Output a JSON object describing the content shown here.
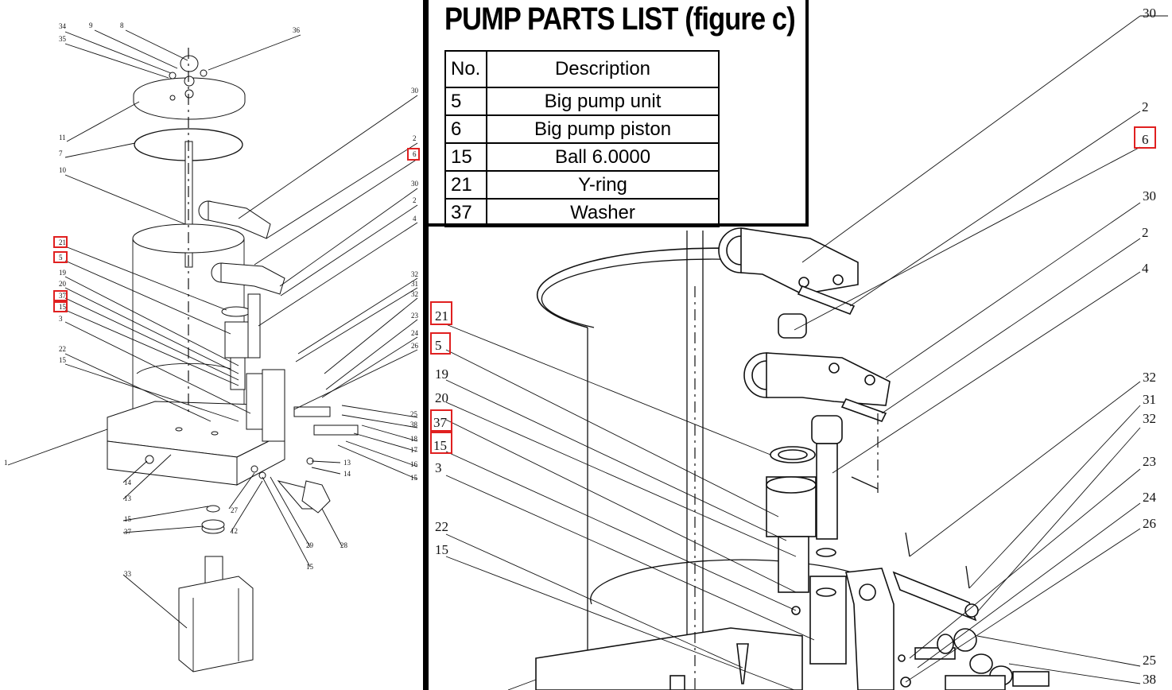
{
  "parts_list": {
    "title": "PUMP PARTS  LIST (figure c)",
    "columns": [
      "No.",
      "Description"
    ],
    "rows": [
      {
        "no": "5",
        "description": "Big pump unit"
      },
      {
        "no": "6",
        "description": "Big pump piston"
      },
      {
        "no": "15",
        "description": "Ball 6.0000"
      },
      {
        "no": "21",
        "description": "Y-ring"
      },
      {
        "no": "37",
        "description": "Washer"
      }
    ]
  },
  "left_diagram": {
    "labels": [
      "34",
      "9",
      "8",
      "35",
      "36",
      "11",
      "7",
      "10",
      "30",
      "2",
      "6",
      "30",
      "2",
      "4",
      "21",
      "5",
      "19",
      "20",
      "37",
      "15",
      "3",
      "22",
      "15",
      "32",
      "31",
      "32",
      "23",
      "24",
      "26",
      "25",
      "38",
      "18",
      "17",
      "16",
      "15",
      "13",
      "14",
      "14",
      "13",
      "1",
      "27",
      "12",
      "15",
      "37",
      "29",
      "15",
      "28",
      "33"
    ],
    "highlighted": [
      "6",
      "21",
      "5",
      "37",
      "15"
    ]
  },
  "right_diagram": {
    "labels": [
      "30",
      "2",
      "6",
      "30",
      "2",
      "4",
      "21",
      "5",
      "19",
      "20",
      "37",
      "15",
      "3",
      "22",
      "15",
      "32",
      "31",
      "32",
      "23",
      "24",
      "26",
      "25",
      "38"
    ],
    "highlighted": [
      "6",
      "21",
      "5",
      "37",
      "15"
    ]
  },
  "colors": {
    "highlight": "#e02020",
    "line": "#111111",
    "background": "#ffffff"
  }
}
